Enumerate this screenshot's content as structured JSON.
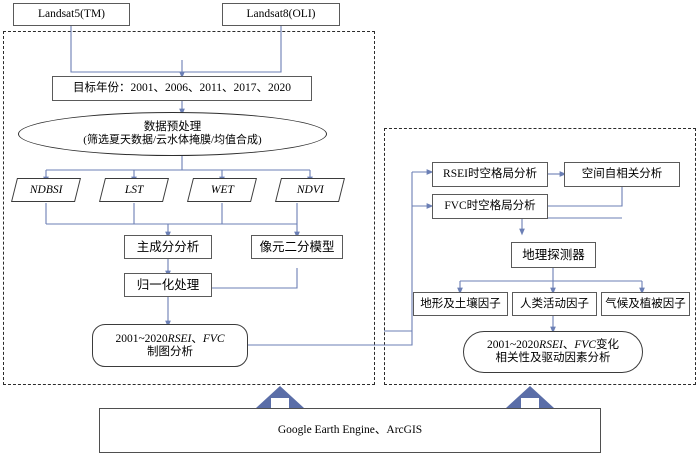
{
  "figure": {
    "type": "flowchart",
    "language": "zh-CN",
    "accent_arrow_color": "#6b7fb5",
    "block_arrow_color": "#5b6ea8",
    "box_border_color": "#5a5a5a",
    "dashed_border_color": "#2b2b2b"
  },
  "sources": {
    "landsat5": "Landsat5(TM)",
    "landsat8": "Landsat8(OLI)"
  },
  "left_panel": {
    "target_years": "目标年份：2001、2006、2011、2017、2020",
    "preprocess_line1": "数据预处理",
    "preprocess_line2": "(筛选夏天数据/云水体掩膜/均值合成)",
    "indices": [
      {
        "label": "NDBSI"
      },
      {
        "label": "LST"
      },
      {
        "label": "WET"
      },
      {
        "label": "NDVI"
      }
    ],
    "pca": "主成分分析",
    "dimidiate_pixel_model": "像元二分模型",
    "normalization": "归一化处理",
    "result_line1_a": "2001~2020",
    "result_line1_b": "RSEI",
    "result_line1_c": "、",
    "result_line1_d": "FVC",
    "result_line2": "制图分析"
  },
  "right_panel": {
    "rsei_spatiotemporal": "RSEI时空格局分析",
    "spatial_autocorrelation": "空间自相关分析",
    "fvc_spatiotemporal": "FVC时空格局分析",
    "geodetector": "地理探测器",
    "factors": [
      {
        "label": "地形及土壤因子"
      },
      {
        "label": "人类活动因子"
      },
      {
        "label": "气候及植被因子"
      }
    ],
    "conclusion_line1_a": "2001~2020",
    "conclusion_line1_b": "RSEI",
    "conclusion_line1_c": "、",
    "conclusion_line1_d": "FVC",
    "conclusion_line1_e": "变化",
    "conclusion_line2": "相关性及驱动因素分析"
  },
  "platform": {
    "label": "Google Earth Engine、ArcGIS"
  }
}
